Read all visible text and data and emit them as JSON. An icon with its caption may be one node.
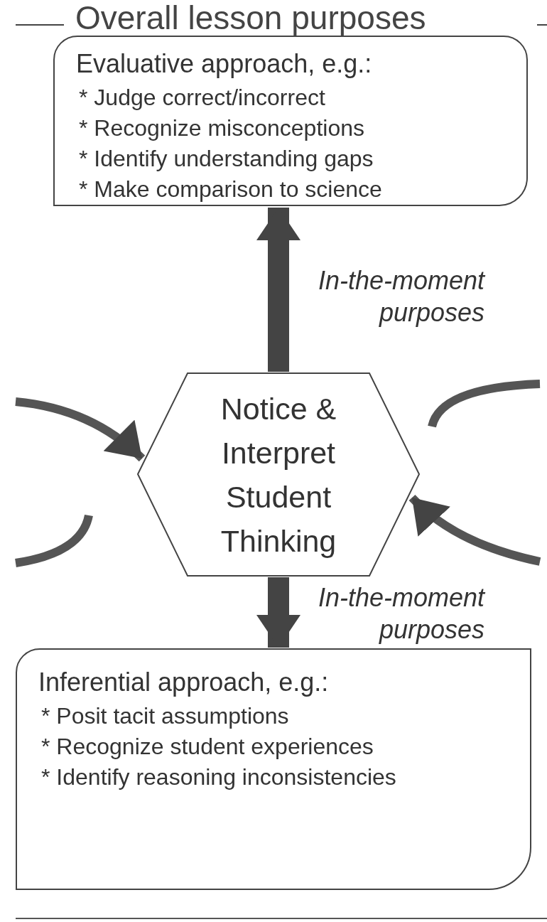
{
  "diagram": {
    "title": "Overall lesson purposes",
    "nodes": [
      {
        "text": [
          "Evaluative approach, e.g.:",
          "* Judge correct/incorrect",
          "* Recognize misconceptions",
          "* Identify understanding gaps",
          "* Make comparison to science"
        ]
      },
      {
        "text": [
          "Notice & Interpret Student Thinking"
        ]
      },
      {
        "text": [
          "Inferential approach, e.g.:",
          "* Posit tacit assumptions",
          "* Recognize student experiences",
          "* Identify reasoning inconsistencies"
        ]
      }
    ],
    "edges": [
      {
        "from": 1,
        "to": 0,
        "arrow": "to",
        "style": "thick",
        "label": "In-the-moment purposes"
      },
      {
        "from": 1,
        "to": 2,
        "arrow": "to",
        "style": "thick",
        "label": "In-the-moment purposes"
      },
      {
        "from": null,
        "to": 1,
        "arrow": "to"
      },
      {
        "from": null,
        "to": 1,
        "arrow": "to"
      }
    ]
  }
}
